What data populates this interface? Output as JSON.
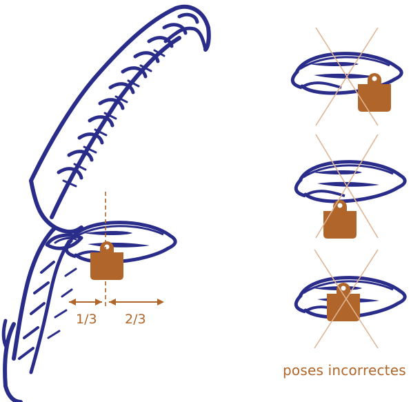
{
  "colors": {
    "outline": "#2a2c8a",
    "tag": "#b0652a",
    "cross": "#e0b491",
    "measure": "#b0652a"
  },
  "labels": {
    "one_third": "1/3",
    "two_thirds": "2/3",
    "caption": "poses incorrectes"
  },
  "icons": {
    "main": "goat-head-with-ear-tag",
    "wrong_1": "ear-tag-too-close-to-tip",
    "wrong_2": "ear-tag-on-lower-edge",
    "wrong_3": "ear-tag-centered-wrong"
  }
}
